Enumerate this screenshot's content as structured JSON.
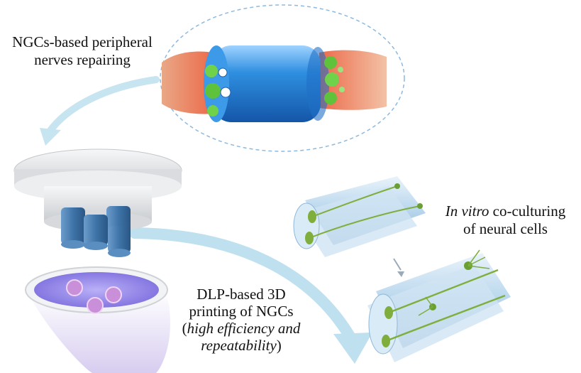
{
  "labels": {
    "repair_line1": "NGCs-based peripheral",
    "repair_line2": "nerves repairing",
    "coculture_italic": "In vitro",
    "coculture_rest1": " co-culturing",
    "coculture_line2": "of neural cells",
    "dlp_line1": "DLP-based 3D",
    "dlp_line2": "printing  of NGCs",
    "dlp_line3_italic": "high efficiency and",
    "dlp_line4_italic": "repeatability"
  },
  "colors": {
    "conduit_blue": "#2f8fe0",
    "nerve_orange": "#ec6a4a",
    "nerve_skin": "#e9a886",
    "cell_green": "#5fc23b",
    "arrow_light_blue": "#bfe0ee",
    "tube_blue": "#b8d6ec",
    "neuron_green": "#7fae3c",
    "printer_grey": "#e4e6e8",
    "part_blue": "#4a7fb0",
    "resin_purple": "#8e7fe6"
  },
  "icons": [
    "nerve-conduit",
    "dlp-printer",
    "multichannel-tube",
    "neuron"
  ]
}
